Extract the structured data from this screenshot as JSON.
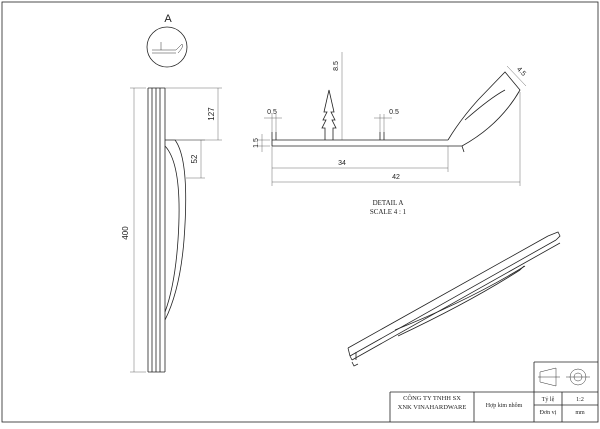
{
  "detail_marker": {
    "label": "A"
  },
  "dimensions": {
    "length": "400",
    "offset_127": "127",
    "handle_52": "52",
    "fin_height": "8.5",
    "slot_left": "0.5",
    "slot_right": "0.5",
    "base_thick": "1.5",
    "inner_width": "34",
    "overall_width": "42",
    "lip": "4.5"
  },
  "detail_caption": {
    "line1": "DETAIL A",
    "line2": "SCALE 4 : 1"
  },
  "title_block": {
    "company_line1": "CÔNG TY TNHH SX",
    "company_line2": "XNK VINAHARDWARE",
    "material": "Hợp kim nhôm",
    "scale_label": "Tỷ lệ",
    "scale_value": "1:2",
    "unit_label": "Đơn vị",
    "unit_value": "mm"
  }
}
